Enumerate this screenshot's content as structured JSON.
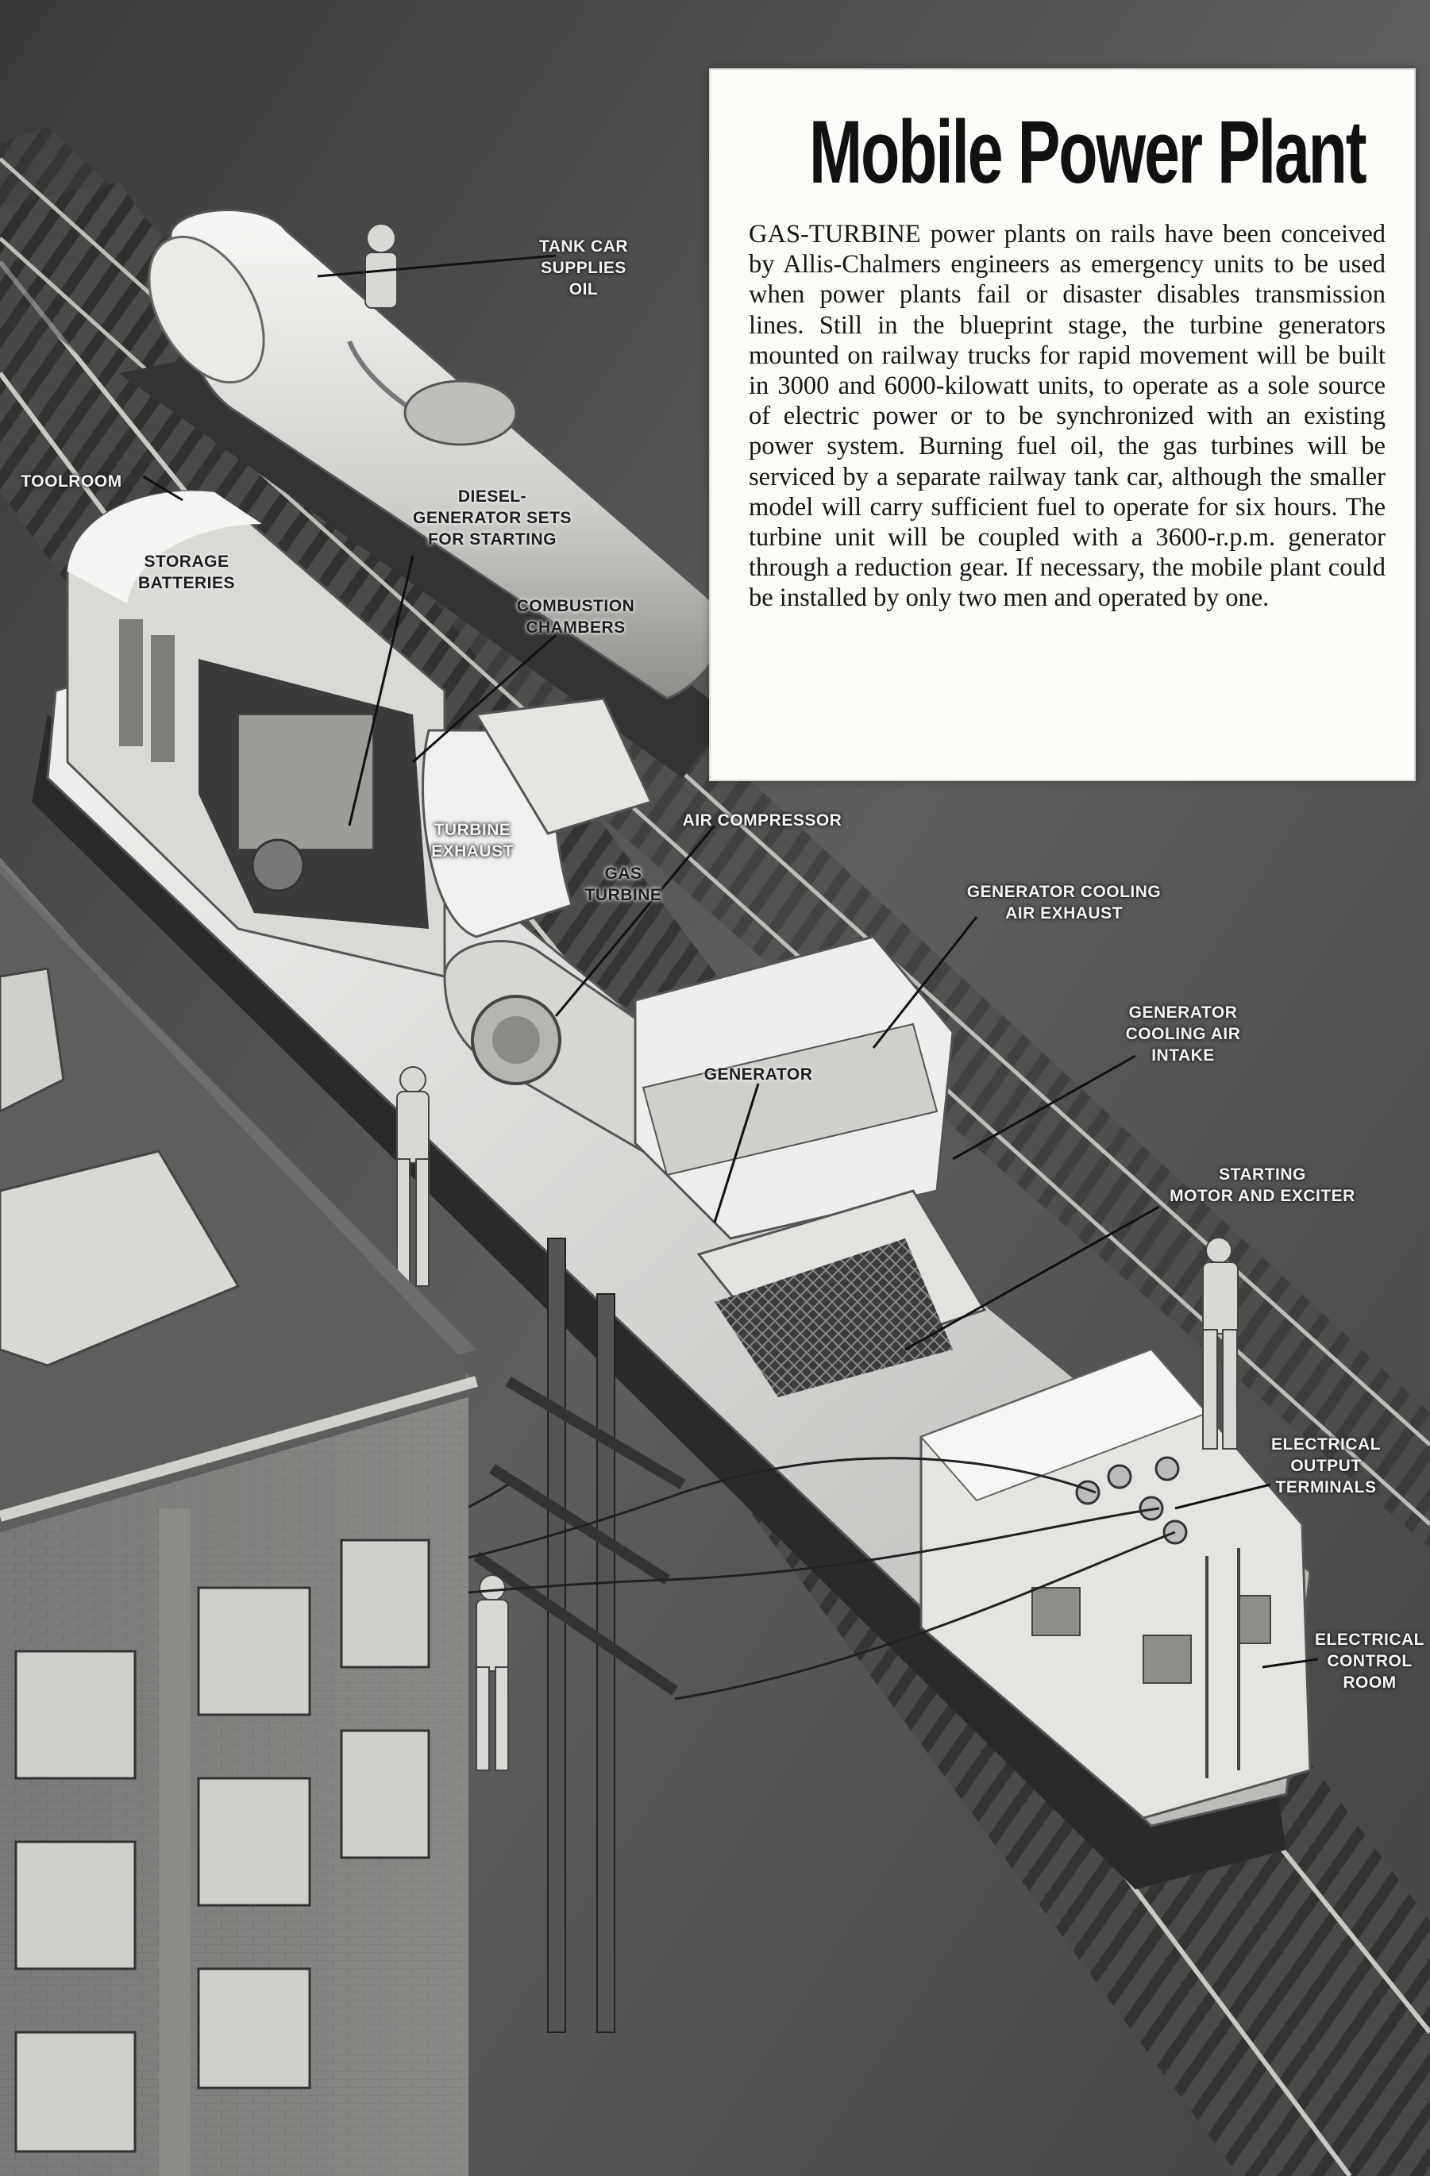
{
  "article": {
    "headline": "Mobile Power Plant",
    "body": "GAS-TURBINE power plants on rails have been conceived by Allis-Chalmers engineers as emergency units to be used when power plants fail or disaster disables transmission lines. Still in the blueprint stage, the turbine generators mounted on railway trucks for rapid movement will be built in 3000 and 6000-kilowatt units, to operate as a sole source of electric power or to be synchronized with an existing power system. Burning fuel oil, the gas turbines will be serviced by a separate railway tank car, although the smaller model will carry sufficient fuel to operate for six hours. The turbine unit will be coupled with a 3600-r.p.m. generator through a reduction gear. If necessary, the mobile plant could be installed by only two men and operated by one."
  },
  "callouts": {
    "tank_car": "TANK CAR\nSUPPLIES OIL",
    "toolroom": "TOOLROOM",
    "diesel_generator": "DIESEL-\nGENERATOR SETS\nFOR STARTING",
    "storage_batteries": "STORAGE\nBATTERIES",
    "combustion_chambers": "COMBUSTION\nCHAMBERS",
    "turbine_exhaust": "TURBINE\nEXHAUST",
    "gas_turbine": "GAS\nTURBINE",
    "air_compressor": "AIR COMPRESSOR",
    "generator_cooling_exhaust": "GENERATOR COOLING\nAIR EXHAUST",
    "generator_cooling_intake": "GENERATOR\nCOOLING AIR\nINTAKE",
    "generator": "GENERATOR",
    "starting_motor": "STARTING\nMOTOR AND EXCITER",
    "electrical_output": "ELECTRICAL\nOUTPUT\nTERMINALS",
    "electrical_control": "ELECTRICAL\nCONTROL\nROOM"
  }
}
